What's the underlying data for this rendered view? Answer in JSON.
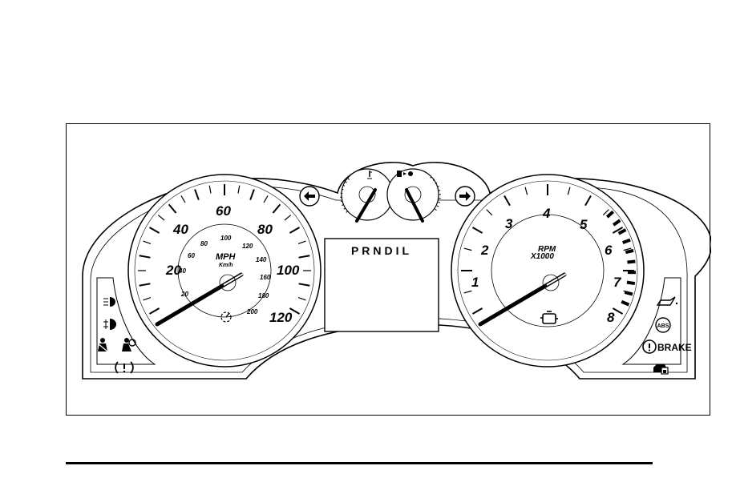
{
  "speedometer": {
    "mph_labels": [
      "20",
      "40",
      "60",
      "80",
      "100",
      "120"
    ],
    "kmh_labels": [
      "20",
      "40",
      "60",
      "80",
      "100",
      "120",
      "140",
      "160",
      "180",
      "200"
    ],
    "unit_main": "MPH",
    "unit_sub": "Km/h"
  },
  "tachometer": {
    "labels": [
      "1",
      "2",
      "3",
      "4",
      "5",
      "6",
      "7",
      "8"
    ],
    "unit_main": "RPM",
    "unit_sub": "X1000"
  },
  "gear_indicator": "PRNDIL",
  "brake_label": "BRAKE",
  "abs_label": "ABS",
  "icons": {
    "left_turn": "left-arrow-icon",
    "right_turn": "right-arrow-icon",
    "temperature": "coolant-temperature-icon",
    "fuel": "fuel-pump-icon",
    "headlamp": "headlamp-icon",
    "fog_lamp": "fog-lamp-icon",
    "seatbelt": "seatbelt-icon",
    "airbag": "airbag-icon",
    "tire_pressure": "tire-pressure-icon",
    "check_engine": "check-engine-icon",
    "cruise": "cruise-control-icon",
    "oil": "oil-pressure-icon",
    "security": "security-icon"
  }
}
